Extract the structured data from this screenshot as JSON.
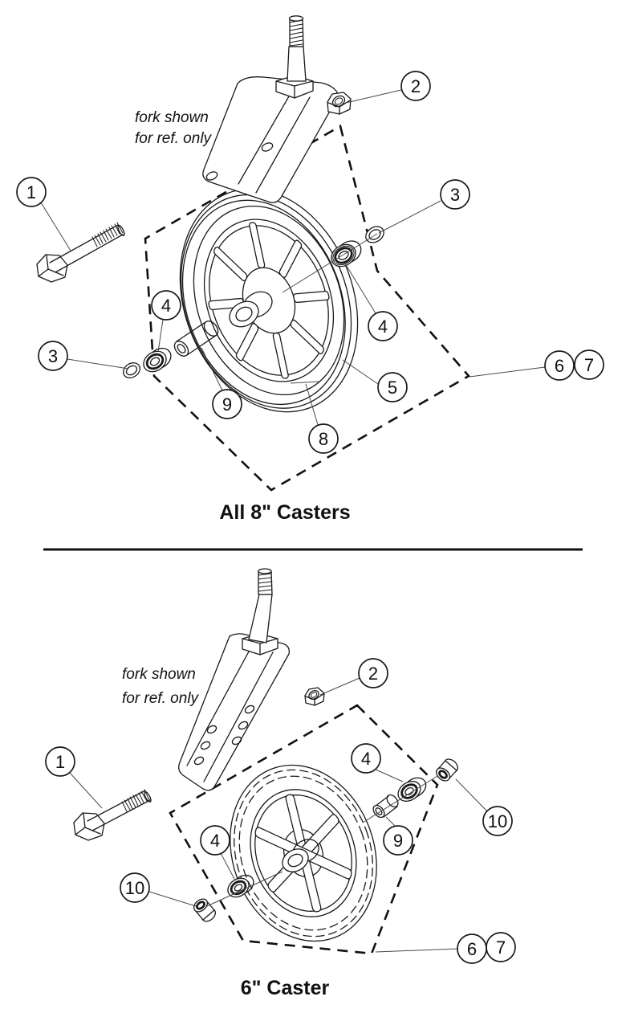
{
  "colors": {
    "ink": "#1a1a1a",
    "paper": "#ffffff"
  },
  "figure_8": {
    "caption": "All 8\" Casters",
    "note": {
      "line1": "fork shown",
      "line2": "for ref. only"
    },
    "callouts": {
      "bolt": "1",
      "nut": "2",
      "washer_right": "3",
      "washer_left": "3",
      "bearing_right": "4",
      "bearing_left": "4",
      "tire": "5",
      "assembly_a": "6",
      "assembly_b": "7",
      "wheel": "8",
      "spacer": "9"
    }
  },
  "figure_6": {
    "caption": "6\" Caster",
    "note": {
      "line1": "fork shown",
      "line2": "for ref. only"
    },
    "callouts": {
      "bolt": "1",
      "nut": "2",
      "bearing_right": "4",
      "bearing_left": "4",
      "assembly_a": "6",
      "assembly_b": "7",
      "spacer": "9",
      "bushing_right": "10",
      "bushing_left": "10"
    }
  }
}
